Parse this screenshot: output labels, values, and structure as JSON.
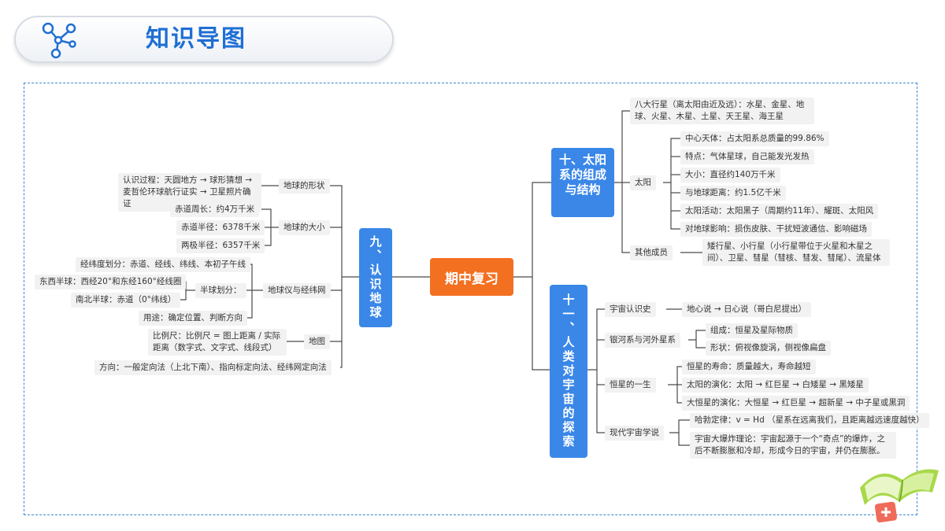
{
  "header": {
    "title": "知识导图",
    "icon": "molecule-icon"
  },
  "colors": {
    "accent": "#3a87e8",
    "root": "#f37021",
    "title": "#1e6fd4",
    "node_bg": "#f2f2f2"
  },
  "root": "期中复习",
  "left": {
    "title": "九、认识地球",
    "shape": {
      "label": "地球的形状",
      "items": [
        "认识过程：天圆地方 → 球形猜想 → 麦哲伦环球航行证实 → 卫星照片确证"
      ]
    },
    "size": {
      "label": "地球的大小",
      "items": [
        "赤道周长：约4万千米",
        "赤道半径：6378千米",
        "两极半径：6357千米"
      ]
    },
    "grid": {
      "label": "地球仪与经纬网",
      "division": "经纬度划分：赤道、经线、纬线、本初子午线",
      "hemi": {
        "label": "半球划分：",
        "items": [
          "东西半球：西经20°和东经160°经线圈",
          "南北半球：赤道（0°纬线）"
        ]
      },
      "use": "用途：确定位置、判断方向"
    },
    "map": {
      "label": "地图",
      "scale": "比例尺：比例尺 = 图上距离 / 实际距离（数字式、文字式、线段式）"
    },
    "direction": "方向：一般定向法（上北下南）、指向标定向法、经纬网定向法"
  },
  "right_top": {
    "title": "十、太阳系的组成与结构",
    "planets": "八大行星（离太阳由近及远）：水星、金星、地球、火星、木星、土星、天王星、海王星",
    "sun": {
      "label": "太阳",
      "items": [
        "中心天体：占太阳系总质量的99.86%",
        "特点：气体星球，自己能发光发热",
        "大小：直径约140万千米",
        "与地球距离：约1.5亿千米",
        "太阳活动：太阳黑子（周期约11年）、耀斑、太阳风",
        "对地球影响：损伤皮肤、干扰短波通信、影响磁场"
      ]
    },
    "others": {
      "label": "其他成员",
      "text": "矮行星、小行星（小行星带位于火星和木星之间）、卫星、彗星（彗核、彗发、彗尾）、流星体"
    }
  },
  "right_bottom": {
    "title": "十一、人类对宇宙的探索",
    "history": {
      "label": "宇宙认识史",
      "text": "地心说 → 日心说（哥白尼提出）"
    },
    "galaxy": {
      "label": "银河系与河外星系",
      "items": [
        "组成：恒星及星际物质",
        "形状：俯视像旋涡，侧视像扁盘"
      ]
    },
    "star": {
      "label": "恒星的一生",
      "items": [
        "恒星的寿命：质量越大，寿命越短",
        "太阳的演化：太阳 → 红巨星 → 白矮星 → 黑矮星",
        "大恒星的演化：大恒星 → 红巨星 → 超新星 → 中子星或黑洞"
      ]
    },
    "modern": {
      "label": "现代宇宙学说",
      "items": [
        "哈勃定律：v = Hd （星系在远离我们，且距离越远速度越快）",
        "宇宙大爆炸理论：宇宙起源于一个“奇点”的爆炸，之后不断膨胀和冷却，形成今日的宇宙，并仍在膨胀。"
      ]
    }
  },
  "decor": {
    "book": "book-icon",
    "plus": "plus-icon"
  }
}
